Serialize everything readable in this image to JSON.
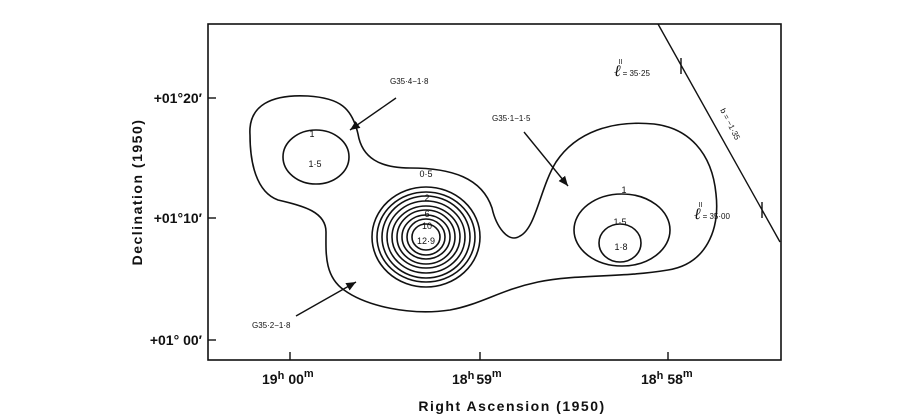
{
  "figure": {
    "xlabel": "Right Ascension (1950)",
    "ylabel": "Declination (1950)",
    "x_ticks": [
      {
        "h": "19",
        "m": "00"
      },
      {
        "h": "18",
        "m": "59"
      },
      {
        "h": "18",
        "m": "58"
      }
    ],
    "y_ticks": [
      "+01°20′",
      "+01°10′",
      "+01° 00′"
    ],
    "contour_labels": [
      "1",
      "1·5",
      "0·5",
      "2",
      "6",
      "10",
      "12·9",
      "1",
      "1·5",
      "1·8"
    ],
    "sources": [
      {
        "name": "G35·4−1·8"
      },
      {
        "name": "G35·1−1·5"
      },
      {
        "name": "G35·2−1·8"
      }
    ],
    "galactic": {
      "l_upper": "= 35·25",
      "l_lower": "= 35·00",
      "b_line": "b = −1·35"
    }
  }
}
